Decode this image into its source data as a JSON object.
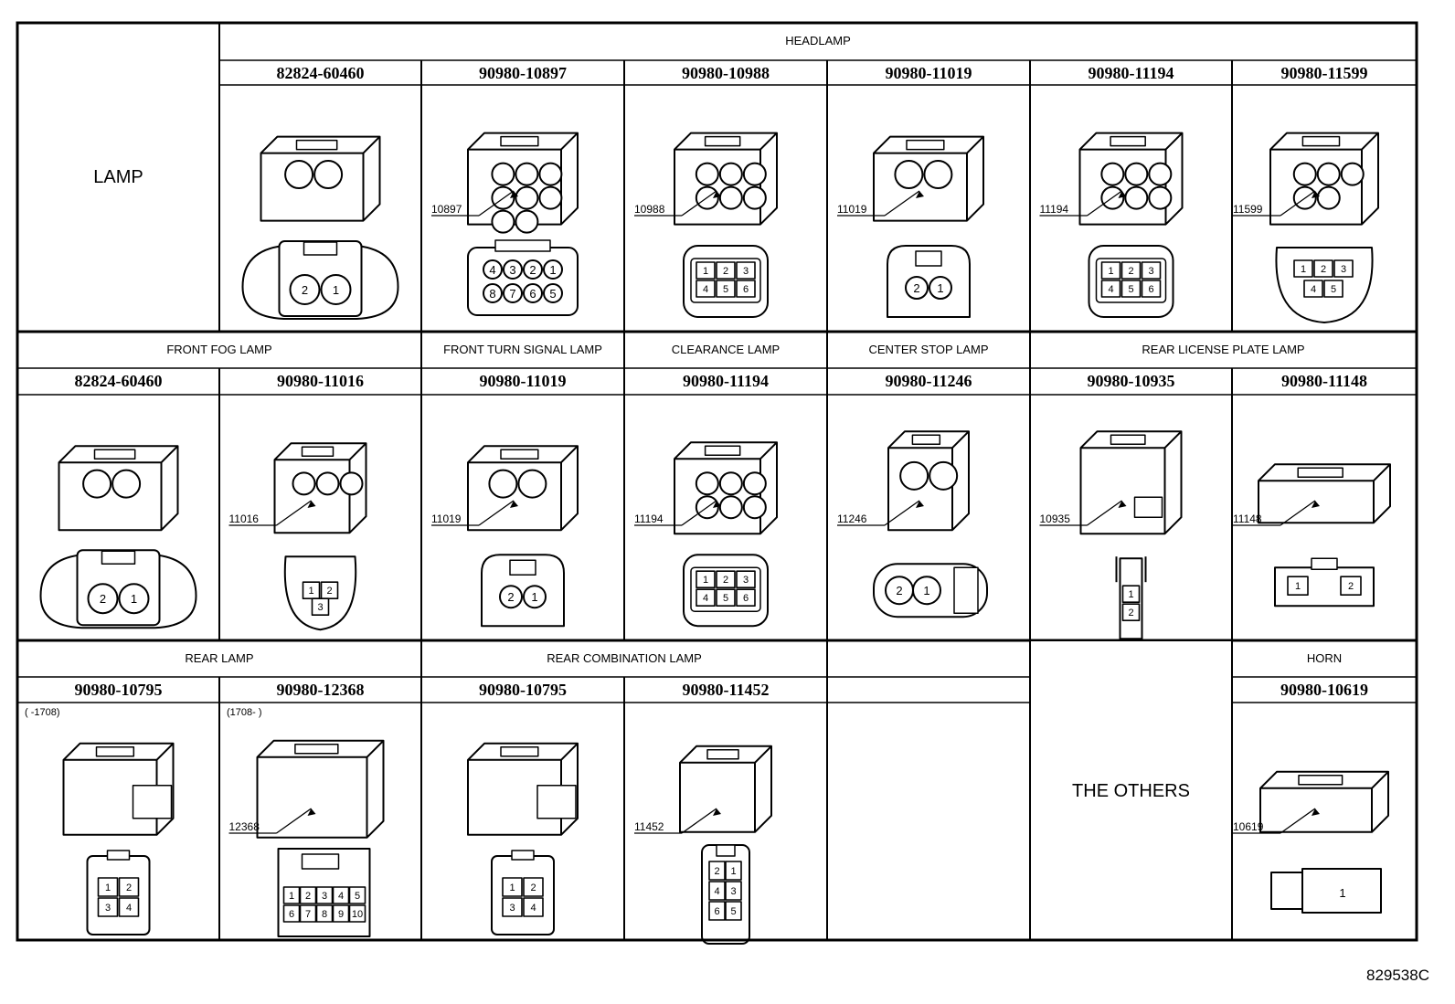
{
  "diagram_code": "829538C",
  "rows": [
    {
      "row_label": "LAMP",
      "groups": [
        {
          "title": "HEADLAMP",
          "span": 6
        }
      ],
      "cells": [
        {
          "part": "82824-60460",
          "type": "tab2",
          "callout": "",
          "pins": [
            "2",
            "1"
          ]
        },
        {
          "part": "90980-10897",
          "type": "dense8",
          "callout": "10897",
          "pins": [
            "4",
            "3",
            "2",
            "1",
            "8",
            "7",
            "6",
            "5"
          ]
        },
        {
          "part": "90980-10988",
          "type": "sq6",
          "callout": "10988",
          "pins": [
            "1",
            "2",
            "3",
            "4",
            "5",
            "6"
          ]
        },
        {
          "part": "90980-11019",
          "type": "small2",
          "callout": "11019",
          "pins": [
            "2",
            "1"
          ]
        },
        {
          "part": "90980-11194",
          "type": "sq6",
          "callout": "11194",
          "pins": [
            "1",
            "2",
            "3",
            "4",
            "5",
            "6"
          ]
        },
        {
          "part": "90980-11599",
          "type": "tri5",
          "callout": "11599",
          "pins": [
            "1",
            "2",
            "3",
            "4",
            "5"
          ]
        }
      ]
    },
    {
      "row_label": "",
      "groups": [
        {
          "title": "FRONT FOG LAMP",
          "span": 2
        },
        {
          "title": "FRONT TURN SIGNAL LAMP",
          "span": 1
        },
        {
          "title": "CLEARANCE LAMP",
          "span": 1
        },
        {
          "title": "CENTER STOP LAMP",
          "span": 1
        },
        {
          "title": "REAR LICENSE PLATE LAMP",
          "span": 2
        }
      ],
      "cells": [
        {
          "part": "82824-60460",
          "type": "tab2",
          "callout": "",
          "pins": [
            "2",
            "1"
          ]
        },
        {
          "part": "90980-11016",
          "type": "tri3",
          "callout": "11016",
          "pins": [
            "1",
            "2",
            "3"
          ]
        },
        {
          "part": "90980-11019",
          "type": "small2",
          "callout": "11019",
          "pins": [
            "2",
            "1"
          ]
        },
        {
          "part": "90980-11194",
          "type": "sq6",
          "callout": "11194",
          "pins": [
            "1",
            "2",
            "3",
            "4",
            "5",
            "6"
          ]
        },
        {
          "part": "90980-11246",
          "type": "side2",
          "callout": "11246",
          "pins": [
            "2",
            "1"
          ]
        },
        {
          "part": "90980-10935",
          "type": "vert2",
          "callout": "10935",
          "pins": [
            "1",
            "2"
          ]
        },
        {
          "part": "90980-11148",
          "type": "flat2",
          "callout": "11148",
          "pins": [
            "1",
            "2"
          ]
        }
      ]
    },
    {
      "row_label": "",
      "groups": [
        {
          "title": "REAR LAMP",
          "span": 2
        },
        {
          "title": "REAR COMBINATION LAMP",
          "span": 2
        },
        {
          "title": "",
          "span": 1
        },
        {
          "title": "",
          "span": 1
        },
        {
          "title": "HORN",
          "span": 1
        }
      ],
      "others_label": "THE OTHERS",
      "cells": [
        {
          "part": "90980-10795",
          "type": "box4",
          "callout": "",
          "note": "(      -1708)",
          "pins": [
            "1",
            "2",
            "3",
            "4"
          ]
        },
        {
          "part": "90980-12368",
          "type": "box10",
          "callout": "12368",
          "note": "(1708-      )",
          "pins": [
            "1",
            "2",
            "3",
            "4",
            "5",
            "6",
            "7",
            "8",
            "9",
            "10"
          ]
        },
        {
          "part": "90980-10795",
          "type": "box4",
          "callout": "",
          "note": "",
          "pins": [
            "1",
            "2",
            "3",
            "4"
          ]
        },
        {
          "part": "90980-11452",
          "type": "col6",
          "callout": "11452",
          "note": "",
          "pins": [
            "2",
            "1",
            "4",
            "3",
            "6",
            "5"
          ]
        },
        {
          "part": "",
          "type": "empty",
          "callout": "",
          "note": "",
          "pins": []
        },
        {
          "part": "",
          "type": "others",
          "callout": "",
          "note": "",
          "pins": []
        },
        {
          "part": "90980-10619",
          "type": "horn1",
          "callout": "10619",
          "note": "",
          "pins": [
            "1"
          ]
        }
      ]
    }
  ]
}
